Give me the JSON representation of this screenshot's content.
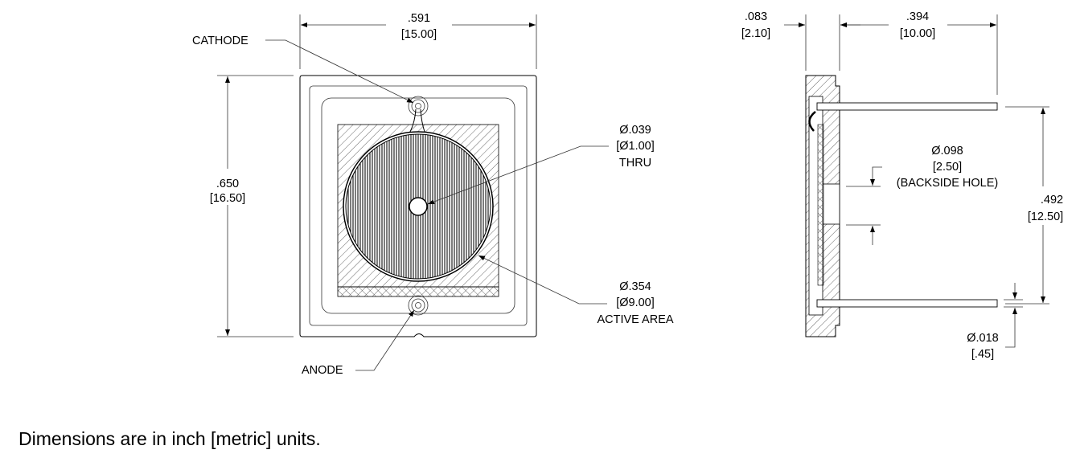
{
  "front_view": {
    "width_dim": {
      "inch": ".591",
      "metric": "[15.00]"
    },
    "height_dim": {
      "inch": ".650",
      "metric": "[16.50]"
    },
    "cathode_label": "CATHODE",
    "anode_label": "ANODE",
    "hole_callout": {
      "inch": "Ø.039",
      "metric": "[Ø1.00]",
      "note": "THRU"
    },
    "active_area_callout": {
      "inch": "Ø.354",
      "metric": "[Ø9.00]",
      "note": "ACTIVE AREA"
    }
  },
  "side_view": {
    "thickness_dim": {
      "inch": ".083",
      "metric": "[2.10]"
    },
    "lead_length_dim": {
      "inch": ".394",
      "metric": "[10.00]"
    },
    "lead_spacing_dim": {
      "inch": ".492",
      "metric": "[12.50]"
    },
    "backside_hole_callout": {
      "inch": "Ø.098",
      "metric": "[2.50]",
      "note": "(BACKSIDE HOLE)"
    },
    "lead_diameter_callout": {
      "inch": "Ø.018",
      "metric": "[.45]"
    }
  },
  "footer_note": "Dimensions are in inch [metric] units."
}
